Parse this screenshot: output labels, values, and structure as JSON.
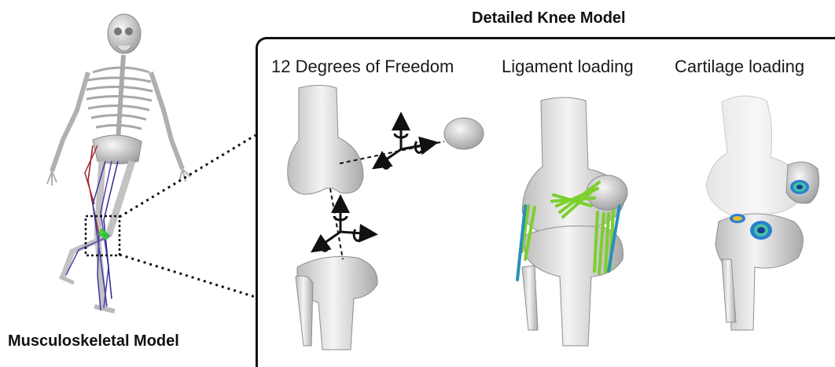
{
  "title": "Detailed Knee Model",
  "left_caption": "Musculoskeletal Model",
  "panels": [
    {
      "label": "12 Degrees of Freedom"
    },
    {
      "label": "Ligament loading"
    },
    {
      "label": "Cartilage loading"
    }
  ]
}
